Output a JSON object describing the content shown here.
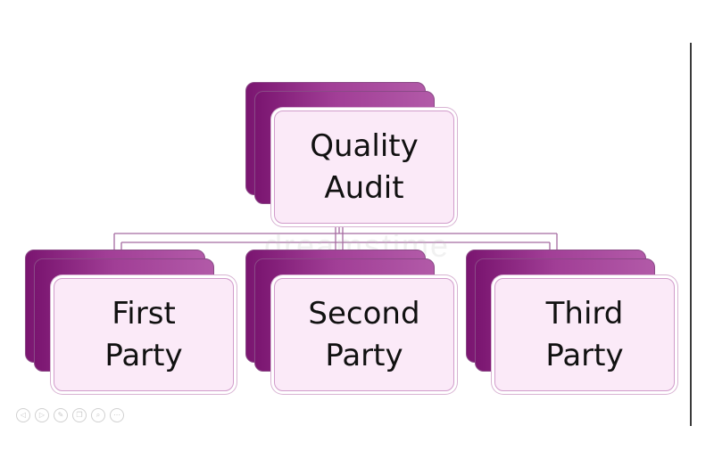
{
  "diagram": {
    "root": {
      "line1": "Quality",
      "line2": "Audit"
    },
    "children": [
      {
        "line1": "First",
        "line2": "Party"
      },
      {
        "line1": "Second",
        "line2": "Party"
      },
      {
        "line1": "Third",
        "line2": "Party"
      }
    ],
    "colors": {
      "stack": "#8d2a82",
      "card": "#fbeaf8",
      "connector": "#a56aa0"
    }
  },
  "watermark": "dreamstime",
  "toolbar": {
    "icons": [
      "arrow-left-icon",
      "arrow-right-icon",
      "pen-icon",
      "copy-icon",
      "zoom-icon",
      "more-icon"
    ],
    "glyphs": [
      "◁",
      "▷",
      "✎",
      "❐",
      "⌕",
      "⋯"
    ]
  }
}
